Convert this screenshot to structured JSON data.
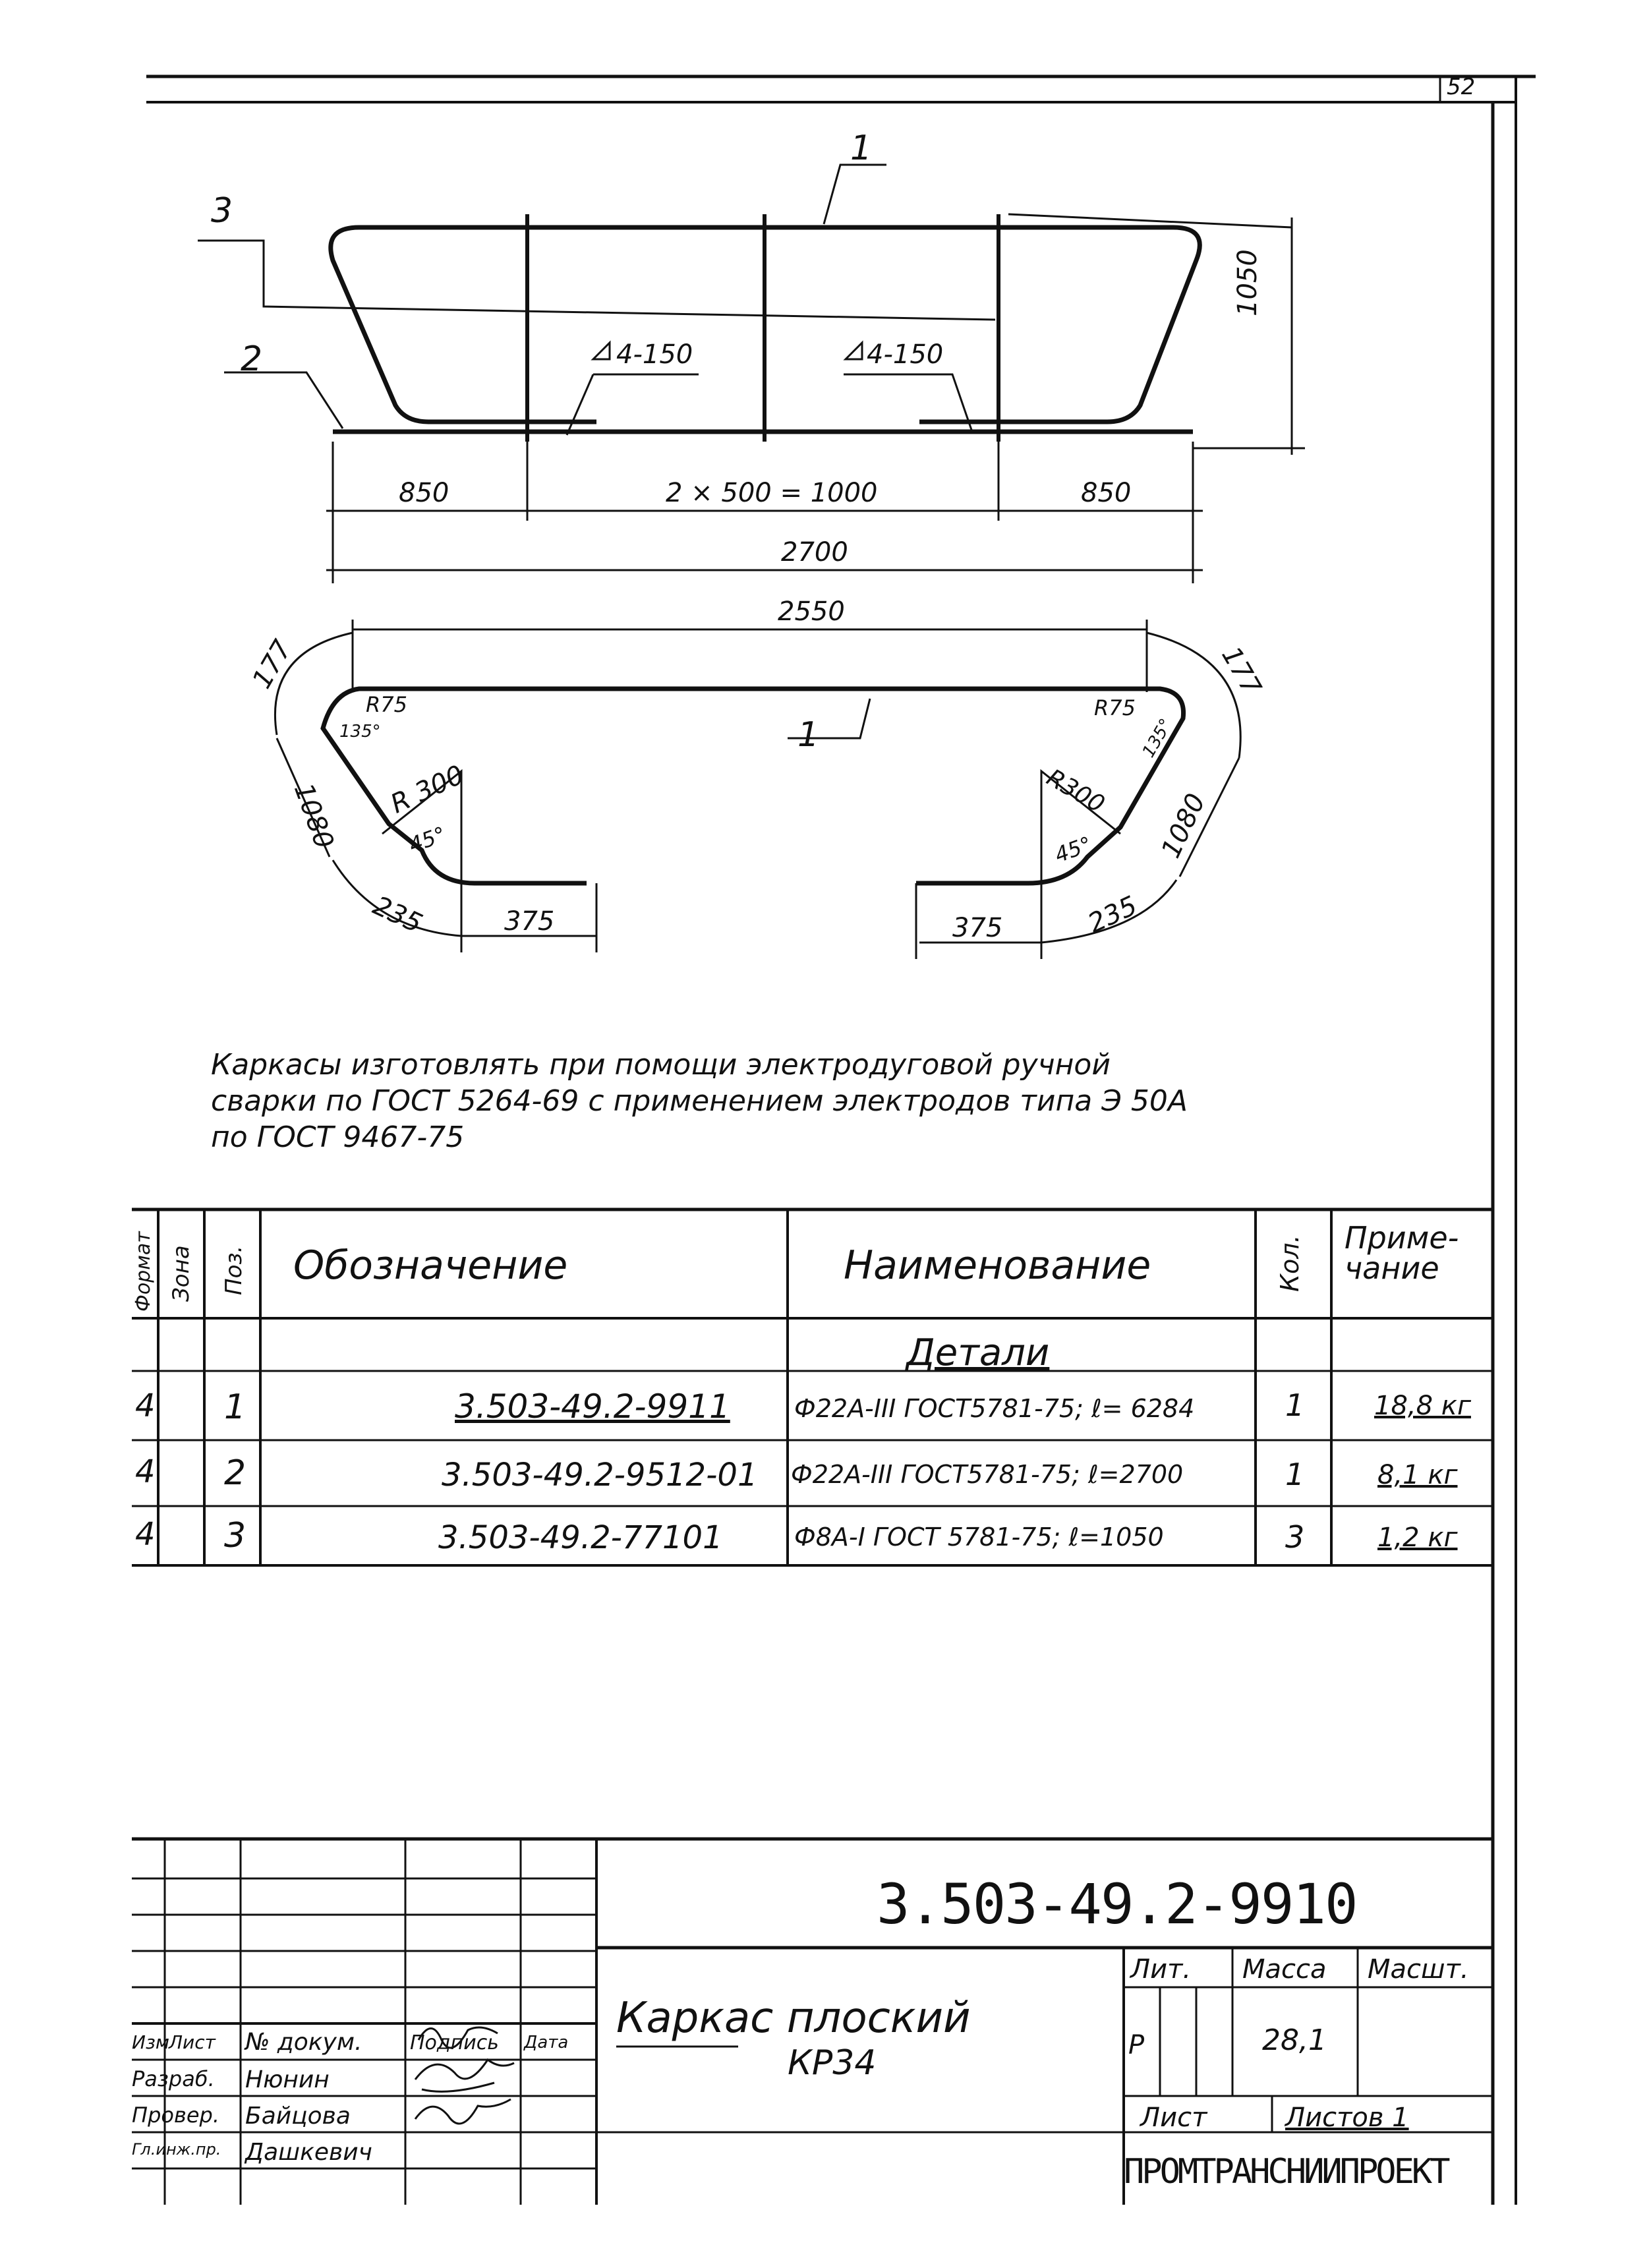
{
  "sheet_number": "52",
  "drawing": {
    "top_view": {
      "position_labels": [
        "1",
        "2",
        "3"
      ],
      "weld_marks": [
        "4-150",
        "4-150"
      ],
      "dim_height": "1050",
      "dim_left": "850",
      "dim_middle": "2 × 500 = 1000",
      "dim_right": "850",
      "dim_total": "2700"
    },
    "bent_view": {
      "position_label": "1",
      "dim_top": "2550",
      "dim_arc_left": "177",
      "dim_arc_right": "177",
      "radius_small_left": "R75",
      "radius_small_right": "R75",
      "angle_left": "135°",
      "angle_right": "135°",
      "radius_large_left": "R 300",
      "radius_large_right": "R300",
      "angle45_left": "45°",
      "angle45_right": "45°",
      "dim_slant_left": "1080",
      "dim_slant_right": "1080",
      "dim_arc2_left": "235",
      "dim_arc2_right": "235",
      "dim_tail_left": "375",
      "dim_tail_right": "375"
    }
  },
  "note": {
    "line1": "Каркасы изготовлять при помощи электродуговой ручной",
    "line2": "сварки по ГОСТ 5264-69 с применением электродов типа Э 50А",
    "line3": "по ГОСТ 9467-75"
  },
  "spec_table": {
    "headers": {
      "format": "Формат",
      "zone": "Зона",
      "pos": "Поз.",
      "designation": "Обозначение",
      "name": "Наименование",
      "qty": "Кол.",
      "note": "Приме-чание"
    },
    "section_title": "Детали",
    "rows": [
      {
        "format": "4",
        "pos": "1",
        "designation": "3.503-49.2-9911",
        "name": "Ф22А-III ГОСТ5781-75; ℓ= 6284",
        "qty": "1",
        "note": "18,8 кг"
      },
      {
        "format": "4",
        "pos": "2",
        "designation": "3.503-49.2-9512-01",
        "name": "Ф22А-III ГОСТ5781-75; ℓ=2700",
        "qty": "1",
        "note": "8,1 кг"
      },
      {
        "format": "4",
        "pos": "3",
        "designation": "3.503-49.2-77101",
        "name": "Ф8А-I ГОСТ 5781-75; ℓ=1050",
        "qty": "3",
        "note": "1,2 кг"
      }
    ]
  },
  "title_block": {
    "code": "3.503-49.2-9910",
    "title_line1": "Каркас плоский",
    "title_line2": "КР34",
    "rev_header": [
      "Изм",
      "Лист",
      "№ докум.",
      "Подпись",
      "Дата"
    ],
    "people": [
      {
        "role": "Разраб.",
        "name": "Нюнин"
      },
      {
        "role": "Провер.",
        "name": "Байцова"
      },
      {
        "role": "Гл.инж.пр.",
        "name": "Дашкевич"
      }
    ],
    "lit_label": "Лит.",
    "mass_label": "Масса",
    "scale_label": "Масшт.",
    "lit_value": "Р",
    "mass_value": "28,1",
    "sheet_label": "Лист",
    "sheets_label": "Листов 1",
    "organization": "ПРОМТРАНСНИИПРОЕКТ"
  }
}
